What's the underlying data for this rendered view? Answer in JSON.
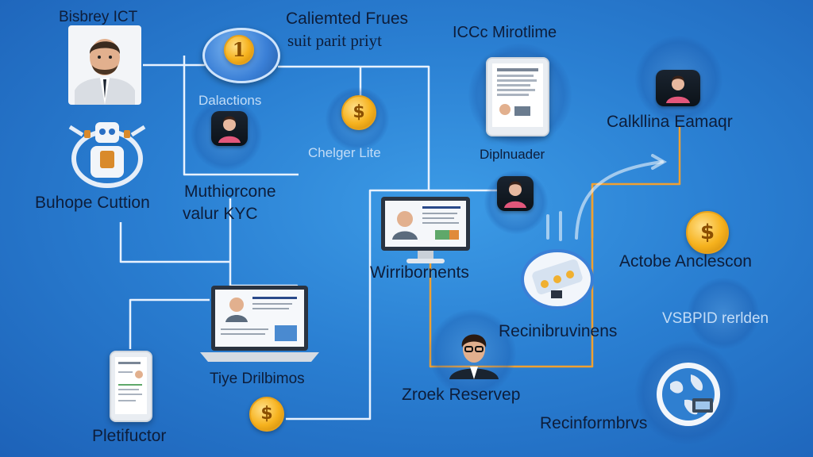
{
  "labels": {
    "top_left_person": "Bisbrey ICT",
    "top_center_title_line1": "Caliemted Frues",
    "top_center_title_line2": "suit parit priyt",
    "top_right_title": "ICCc Mirotlime",
    "dalactions": "Dalactions",
    "chelger_lite": "Chelger Lite",
    "diplnuader": "Diplnuader",
    "calkllina_eamaqr": "Calkllina Eamaqr",
    "buhope_cuttion": "Buhope Cuttion",
    "multi_line1": "Muthiorcone",
    "multi_line2": "valur KYC",
    "wirribornents": "Wirribornents",
    "actobe_anclescon": "Actobe Anclescon",
    "vsbpid_rerlden": "VSBPID rerlden",
    "recinibruvinens": "Recinibruvinens",
    "tiye_drilbimos": "Tiye Drilbimos",
    "zroek_reservep": "Zroek Reservep",
    "recinformbrvs": "Recinformbrvs",
    "pletifuctor": "Pletifuctor"
  },
  "badge_number": "1",
  "coin_symbol": "$",
  "icons": {
    "person_top_left": "businessman-avatar-icon",
    "robot": "robot-icon",
    "user": "user-avatar-icon",
    "coin": "dollar-coin-icon",
    "tablet": "tablet-icon",
    "monitor": "monitor-icon",
    "laptop": "laptop-icon",
    "globe": "globe-icon",
    "card": "card-reader-icon"
  },
  "colors": {
    "connector_white": "#e8f2ff",
    "connector_orange": "#f0a030",
    "badge_blue": "#3a7fd6",
    "coin_gold": "#f6b21e"
  }
}
